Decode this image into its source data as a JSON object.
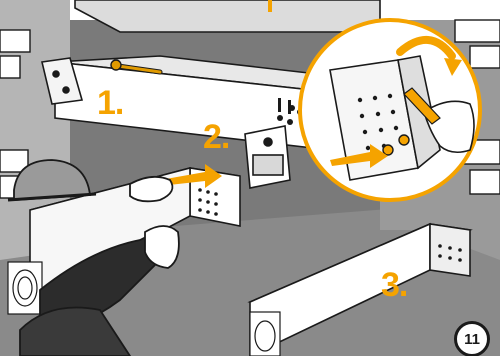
{
  "steps": [
    {
      "label": "1."
    },
    {
      "label": "2."
    },
    {
      "label": "3."
    }
  ],
  "page_number": "11",
  "colors": {
    "accent": "#f5a300",
    "wall_gray": "#909090",
    "back_wall": "#6f6f6f",
    "outline": "#1a1a1a",
    "beam_light": "#f2f2f2"
  },
  "icons": [
    "wrench-icon",
    "curved-arrow-icon",
    "insert-arrow-icon",
    "hardhat-worker-icon",
    "bolt-icon"
  ]
}
